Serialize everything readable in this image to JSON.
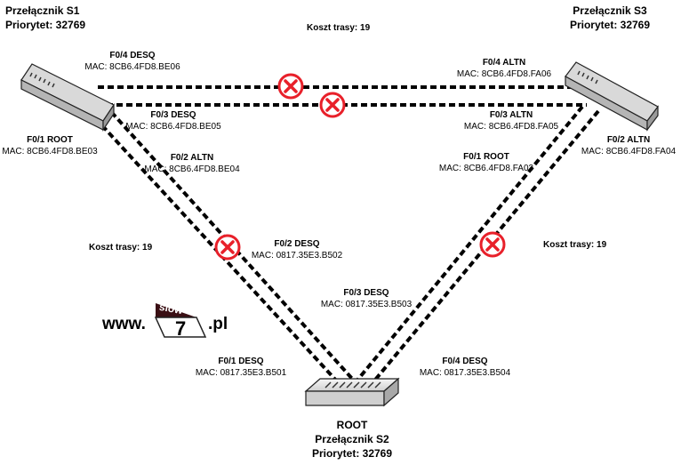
{
  "switches": {
    "s1": {
      "name": "Przełącznik S1",
      "priority": "Priorytet: 32769"
    },
    "s3": {
      "name": "Przełącznik S3",
      "priority": "Priorytet: 32769"
    },
    "s2": {
      "role": "ROOT",
      "name": "Przełącznik S2",
      "priority": "Priorytet: 32769"
    }
  },
  "costs": {
    "top": "Koszt trasy: 19",
    "left": "Koszt trasy: 19",
    "right": "Koszt trasy: 19"
  },
  "ports": {
    "s1_f04": {
      "state": "F0/4 DESQ",
      "mac": "MAC: 8CB6.4FD8.BE06"
    },
    "s1_f03": {
      "state": "F0/3 DESQ",
      "mac": "MAC: 8CB6.4FD8.BE05"
    },
    "s1_f01": {
      "state": "F0/1 ROOT",
      "mac": "MAC: 8CB6.4FD8.BE03"
    },
    "s1_f02": {
      "state": "F0/2 ALTN",
      "mac": "MAC: 8CB6.4FD8.BE04"
    },
    "s3_f04": {
      "state": "F0/4 ALTN",
      "mac": "MAC: 8CB6.4FD8.FA06"
    },
    "s3_f03": {
      "state": "F0/3 ALTN",
      "mac": "MAC: 8CB6.4FD8.FA05"
    },
    "s3_f02": {
      "state": "F0/2 ALTN",
      "mac": "MAC: 8CB6.4FD8.FA04"
    },
    "s3_f01": {
      "state": "F0/1 ROOT",
      "mac": "MAC: 8CB6.4FD8.FA03"
    },
    "s2_f02": {
      "state": "F0/2 DESQ",
      "mac": "MAC: 0817.35E3.B502"
    },
    "s2_f03": {
      "state": "F0/3 DESQ",
      "mac": "MAC: 0817.35E3.B503"
    },
    "s2_f01": {
      "state": "F0/1 DESQ",
      "mac": "MAC: 0817.35E3.B501"
    },
    "s2_f04": {
      "state": "F0/4 DESQ",
      "mac": "MAC: 0817.35E3.B504"
    }
  },
  "logo": {
    "prefix": "www.",
    "tag": "slow",
    "number": "7",
    "suffix": ".pl"
  },
  "colors": {
    "blocked": "#e8202a",
    "link": "#000000",
    "switch_fill": "#e9e9e9",
    "logo_dark": "#3a0f14"
  }
}
